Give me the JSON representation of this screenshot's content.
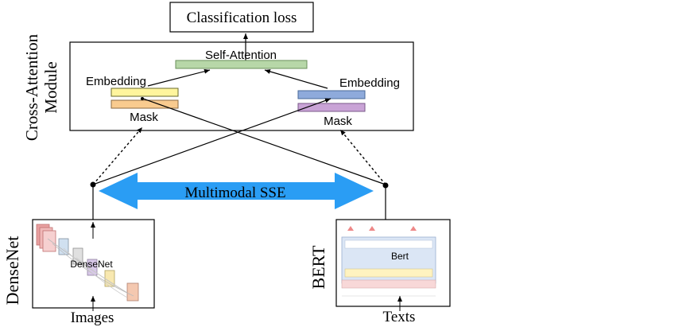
{
  "top_box": {
    "label": "Classification loss"
  },
  "module": {
    "side_label_line1": "Cross-Attention",
    "side_label_line2": "Module",
    "self_attention": "Self-Attention",
    "left_embedding": "Embedding",
    "left_mask": "Mask",
    "right_embedding": "Embedding",
    "right_mask": "Mask"
  },
  "bridge": {
    "label": "Multimodal SSE"
  },
  "left_encoder": {
    "side_label": "DenseNet",
    "inner_label": "DenseNet",
    "caption": "Images"
  },
  "right_encoder": {
    "side_label": "BERT",
    "inner_label": "Bert",
    "caption": "Texts"
  },
  "colors": {
    "self_attention_bar": "#b7d7a8",
    "left_embedding_bar": "#fff59d",
    "left_mask_bar": "#f9cb8f",
    "right_embedding_bar": "#8eaadb",
    "right_mask_bar": "#c9a3d6",
    "bridge_arrow": "#2a9df4"
  }
}
